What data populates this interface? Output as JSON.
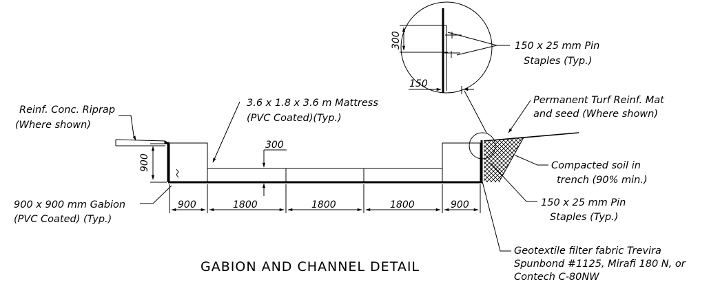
{
  "title": "GABION AND CHANNEL DETAIL",
  "callouts": {
    "riprap": [
      "Reinf. Conc. Riprap",
      "(Where shown)"
    ],
    "gabion": [
      "900 x 900 mm Gabion",
      "(PVC Coated) (Typ.)"
    ],
    "mattress": [
      "3.6 x 1.8 x 3.6 m Mattress",
      "(PVC Coated)(Typ.)"
    ],
    "detail_staples": [
      "150 x 25 mm Pin",
      "Staples (Typ.)"
    ],
    "turf_mat": [
      "Permanent Turf Reinf. Mat",
      "and seed (Where shown)"
    ],
    "compacted_soil": [
      "Compacted soil in",
      "trench (90% min.)"
    ],
    "pin_staples": [
      "150 x 25 mm Pin",
      "Staples (Typ.)"
    ],
    "geotextile": [
      "Geotextile filter fabric Trevira",
      "Spunbond #1125, Mirafi 180 N, or",
      "Contech C-80NW"
    ]
  },
  "dimensions": {
    "gabion_height": "900",
    "mattress_thickness": "300",
    "bottom": [
      "900",
      "1800",
      "1800",
      "1800",
      "900"
    ],
    "detail_vertical": "300",
    "detail_horizontal": "150"
  }
}
